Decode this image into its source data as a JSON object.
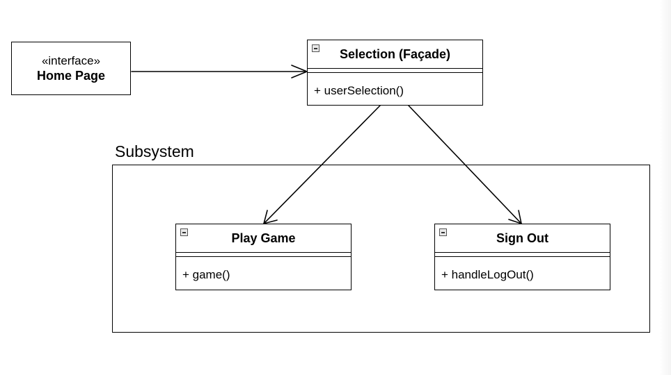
{
  "diagram": {
    "interface": {
      "stereotype": "«interface»",
      "name": "Home Page"
    },
    "facade": {
      "name": "Selection (Façade)",
      "operation": "+ userSelection()"
    },
    "subsystem": {
      "label": "Subsystem",
      "classes": [
        {
          "name": "Play Game",
          "operation": "+ game()"
        },
        {
          "name": "Sign Out",
          "operation": "+ handleLogOut()"
        }
      ]
    },
    "relations": [
      {
        "from": "Home Page",
        "to": "Selection (Façade)",
        "arrow": "open"
      },
      {
        "from": "Selection (Façade)",
        "to": "Play Game",
        "arrow": "open"
      },
      {
        "from": "Selection (Façade)",
        "to": "Sign Out",
        "arrow": "open"
      }
    ]
  }
}
